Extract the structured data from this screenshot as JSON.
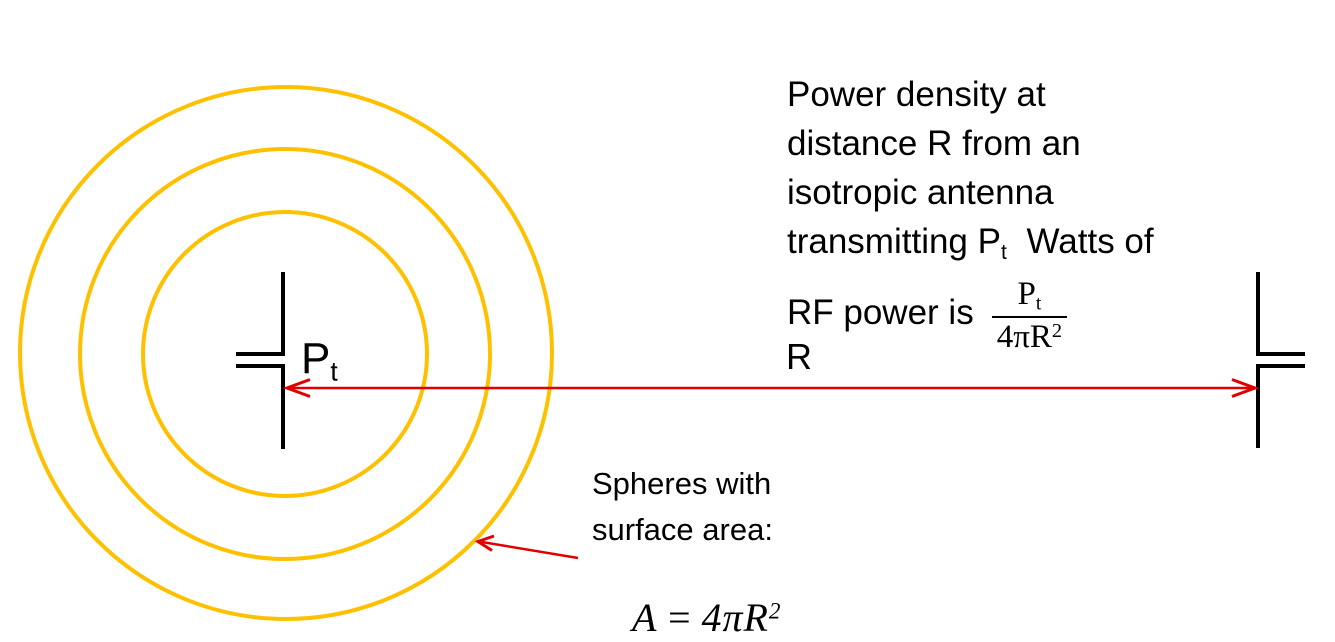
{
  "colors": {
    "background": "#FFFFFF",
    "sphere_stroke": "#FFC000",
    "arrow": "#E00000",
    "ink": "#000000"
  },
  "description": {
    "line1": "Power density at",
    "line2": "distance R from an",
    "line3": "isotropic antenna",
    "line4_pre": "transmitting P",
    "line4_sub": "t",
    "line4_post": "Watts of",
    "line5_pre": "RF power is",
    "fraction": {
      "numerator_base": "P",
      "numerator_sub": "t",
      "denominator_body": "4πR",
      "denominator_exp": "2"
    }
  },
  "labels": {
    "tx_power_base": "P",
    "tx_power_sub": "t",
    "distance": "R"
  },
  "spheres_note": {
    "line1": "Spheres with",
    "line2": "surface area:"
  },
  "area_formula": {
    "lhs": "A",
    "equals": "=",
    "body": "4πR",
    "exponent": "2"
  }
}
